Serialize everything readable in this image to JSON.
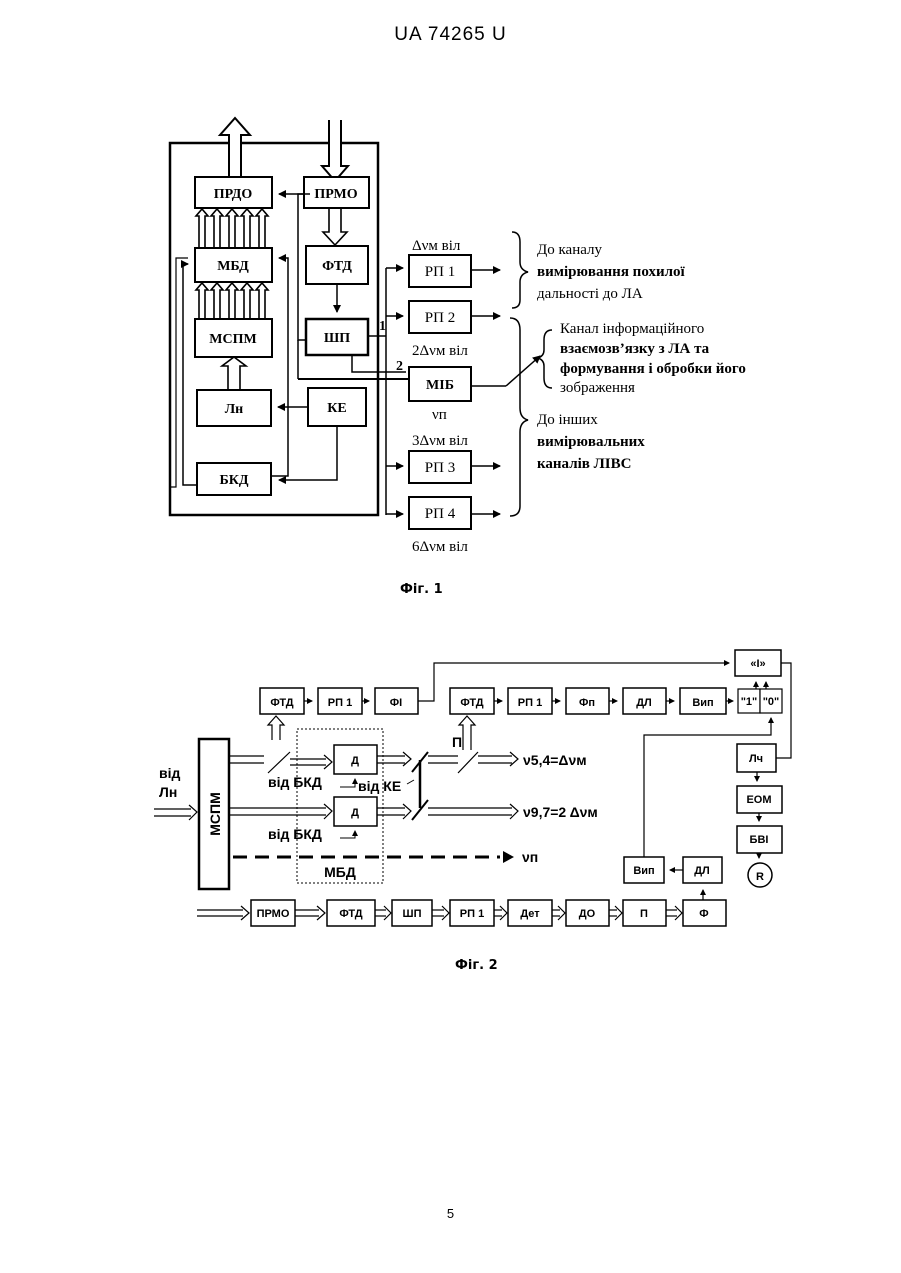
{
  "header": "UA   74265   U",
  "page_number": "5",
  "fig1": {
    "caption": "Фіг. 1",
    "blocks": {
      "prdo": "ПРДО",
      "prmo": "ПРМО",
      "mbd": "МБД",
      "ftd": "ФТД",
      "mspm": "МСПМ",
      "shp": "ШП",
      "ln": "Лн",
      "ke": "КЕ",
      "bkd": "БКД",
      "mib": "МІБ",
      "rp1": "РП 1",
      "rp2": "РП 2",
      "rp3": "РП 3",
      "rp4": "РП 4"
    },
    "labels": {
      "f_rp1": "Δνм віл",
      "f_rp2": "2Δνм віл",
      "f_mib": "νп",
      "f_rp3": "3Δνм віл",
      "f_rp4": "6Δνм віл",
      "tap1": "1",
      "tap2": "2"
    },
    "notes": {
      "n1": [
        "До каналу",
        "вимірювання похилої",
        "дальності до ЛА"
      ],
      "n2": [
        "Канал інформаційного",
        "взаємозв’язку з ЛА та",
        "формування і обробки його",
        "зображення"
      ],
      "n3": [
        "До інших",
        "вимірювальних",
        "каналів ЛІВС"
      ]
    }
  },
  "fig2": {
    "caption": "Фіг. 2",
    "blocks": {
      "mspm": "МСПМ",
      "ftd_a": "ФТД",
      "rp1_a": "РП 1",
      "fi": "ФІ",
      "ftd_b": "ФТД",
      "rp1_b": "РП 1",
      "fp": "Фп",
      "dl_a": "ДЛ",
      "vyp_a": "Вип",
      "i_gate": "«І»",
      "one": "\"1\"",
      "zero": "\"0\"",
      "d1": "Д",
      "d2": "Д",
      "lch": "Лч",
      "eom": "ЕОМ",
      "bvi": "БВІ",
      "r": "R",
      "vyp_b": "Вип",
      "dl_b": "ДЛ",
      "prmo": "ПРМО",
      "ftd_c": "ФТД",
      "shp": "ШП",
      "rp1_c": "РП 1",
      "det": "Дет",
      "do": "ДО",
      "p": "П",
      "f": "Ф"
    },
    "labels": {
      "vid": "від",
      "ln": "Лн",
      "vid_bkd_1": "від БКД",
      "vid_ke": "від КЕ",
      "vid_bkd_2": "від БКД",
      "mbd": "МБД",
      "p_mark": "П",
      "nu54": "ν5,4=Δνм",
      "nu97": "ν9,7=2 Δνм",
      "nup": "νп"
    }
  }
}
